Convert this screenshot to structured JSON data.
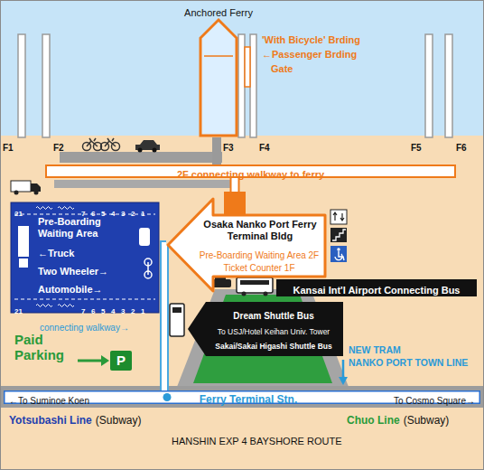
{
  "diagram": {
    "nodes": [
      {
        "text": [
          "Anchored Ferry"
        ]
      },
      {
        "text": [
          "2F connecting walkway to ferry"
        ]
      },
      {
        "text": [
          "Pre-Boarding Waiting Area",
          "←Truck",
          "Two Wheeler→",
          "Automobile→"
        ]
      },
      {
        "text": [
          "Osaka Nanko Port Ferry Terminal Bldg",
          "Pre-Boarding Waiting Area 2F",
          "Ticket Counter 1F"
        ]
      },
      {
        "text": [
          "Kansai Int'l Airport Connecting Bus"
        ]
      },
      {
        "text": [
          "Dream Shuttle Bus",
          "To USJ/Hotel Keihan Univ. Tower",
          "Sakai/Sakai Higashi Shuttle Bus"
        ]
      },
      {
        "text": [
          "P"
        ]
      },
      {
        "text": [
          "←To Suminoe Koen",
          "Ferry Terminal Stn.",
          "To Cosmo Square→"
        ]
      }
    ],
    "edges": [
      {
        "from": 1,
        "to": 0,
        "arrow": "none"
      },
      {
        "from": 3,
        "to": 1,
        "arrow": "none"
      },
      {
        "from": 7,
        "to": 3,
        "arrow": "none"
      }
    ],
    "labels": [
      "'With Bicycle' Brding",
      "←Passenger Brding",
      "Gate",
      "F1",
      "F2",
      "F3",
      "F4",
      "F5",
      "F6",
      "21",
      "7",
      "6",
      "5",
      "4",
      "3",
      "2",
      "1",
      "21",
      "7",
      "6",
      "5",
      "4",
      "3",
      "2",
      "1",
      "connecting walkway→",
      "Paid Parking",
      "NEW TRAM",
      "NANKO PORT TOWN LINE",
      "Yotsubashi Line",
      "(Subway)",
      "Chuo Line",
      "(Subway)",
      "HANSHIN EXP 4 BAYSHORE ROUTE"
    ]
  }
}
